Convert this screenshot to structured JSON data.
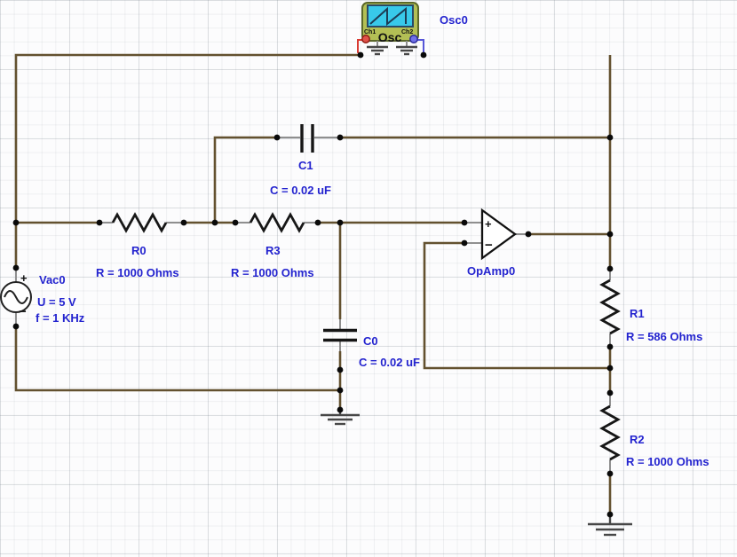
{
  "colors": {
    "wire": "#63512f",
    "label_text": "#2323cf",
    "junction": "#0a0a0a",
    "scope_body": "#b3bf55",
    "scope_screen": "#38c9ea",
    "ch1_terminal": "#d93b33",
    "ch2_terminal": "#5656d8",
    "grid_line": "#e3e6e9"
  },
  "oscilloscope": {
    "label": "Osc0",
    "symbol_text": "Osc",
    "ch1_label": "Ch1",
    "ch2_label": "Ch2"
  },
  "source": {
    "label": "Vac0",
    "voltage": "U = 5 V",
    "frequency": "f = 1 KHz",
    "plus_sign": "+",
    "minus_sign": "−"
  },
  "opamp": {
    "label": "OpAmp0",
    "plus_sign": "+",
    "minus_sign": "−"
  },
  "capacitors": {
    "c1": {
      "label": "C1",
      "value": "C = 0.02 uF"
    },
    "c0": {
      "label": "C0",
      "value": "C = 0.02 uF"
    }
  },
  "resistors": {
    "r0": {
      "label": "R0",
      "value": "R = 1000 Ohms"
    },
    "r3": {
      "label": "R3",
      "value": "R = 1000 Ohms"
    },
    "r1": {
      "label": "R1",
      "value": "R = 586 Ohms"
    },
    "r2": {
      "label": "R2",
      "value": "R = 1000 Ohms"
    }
  }
}
